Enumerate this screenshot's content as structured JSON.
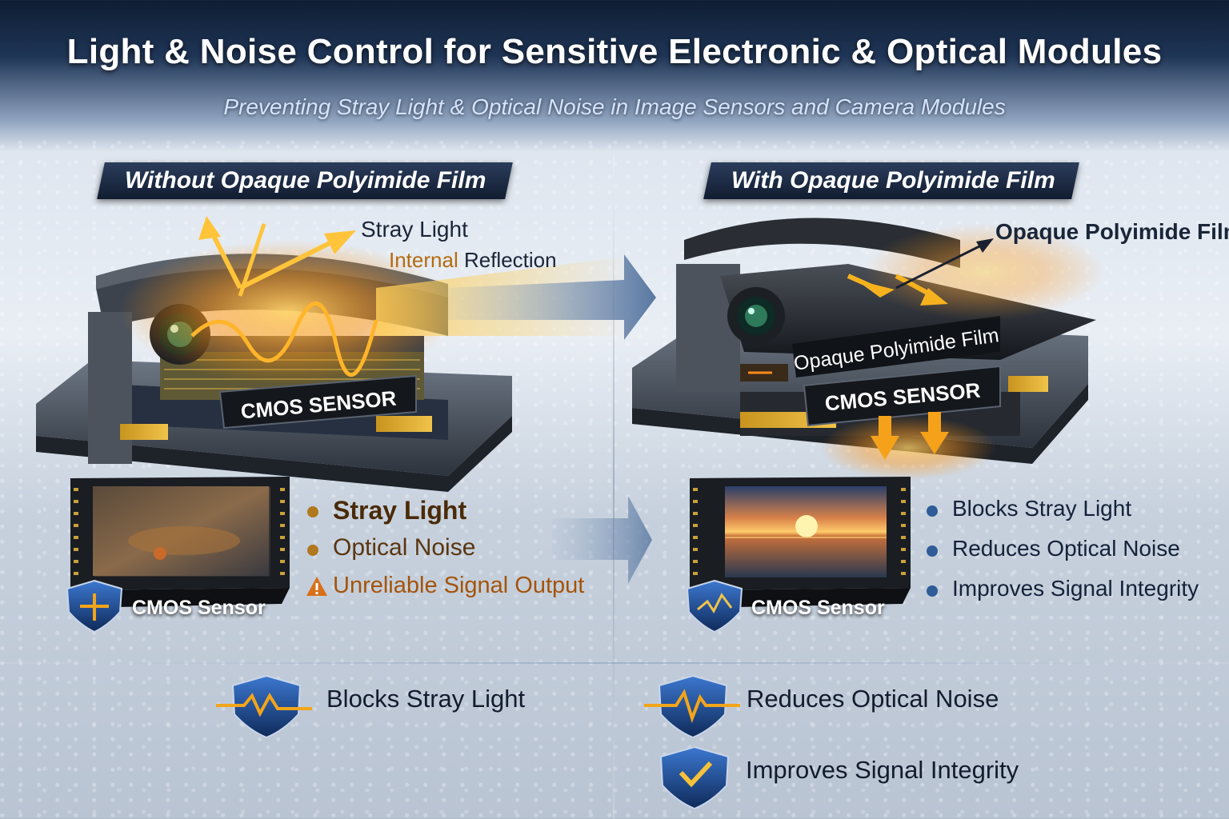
{
  "header": {
    "title": "Light & Noise Control for Sensitive Electronic & Optical Modules",
    "subtitle": "Preventing Stray Light & Optical Noise in Image Sensors and Camera Modules"
  },
  "left_panel": {
    "banner": "Without Opaque Polyimide Film",
    "callout_stray": "Stray Light",
    "callout_reflection_part1": "Internal",
    "callout_reflection_part2": " Reflection",
    "sensor_label": "CMOS SENSOR",
    "sensor_caption": "CMOS Sensor",
    "issues": [
      "Stray Light",
      "Optical Noise",
      "Unreliable Signal Output"
    ]
  },
  "right_panel": {
    "banner": "With Opaque Polyimide Film",
    "callout_film": "Opaque Polyimide Film",
    "film_label": "Opaque Polyimide Film",
    "sensor_label": "CMOS SENSOR",
    "sensor_caption": "CMOS Sensor",
    "benefits": [
      "Blocks Stray Light",
      "Reduces Optical Noise",
      "Improves Signal Integrity"
    ]
  },
  "bottom_benefits": {
    "items": [
      "Blocks Stray Light",
      "Reduces Optical Noise",
      "Improves Signal Integrity"
    ]
  },
  "colors": {
    "accent_orange": "#f2a51a",
    "warning_brown": "#a4540a",
    "shield_blue": "#1f4f9c",
    "bullet_blue": "#2f5c98"
  }
}
